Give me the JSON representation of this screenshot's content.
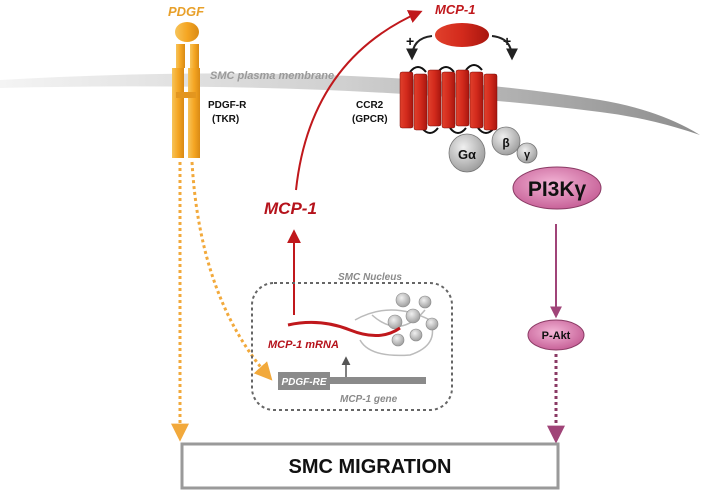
{
  "labels": {
    "pdgf": "PDGF",
    "membrane": "SMC plasma membrane",
    "pdgfr_line1": "PDGF-R",
    "pdgfr_line2": "(TKR)",
    "mcp1_top": "MCP-1",
    "ccr2_line1": "CCR2",
    "ccr2_line2": "(GPCR)",
    "plus_left": "+",
    "plus_right": "+",
    "galpha": "Gα",
    "beta": "β",
    "gamma": "γ",
    "pi3k": "PI3Kγ",
    "mcp1_mid": "MCP-1",
    "nucleus": "SMC Nucleus",
    "mcp1_mrna": "MCP-1 mRNA",
    "pdgf_re": "PDGF-RE",
    "mcp1_gene": "MCP-1 gene",
    "pakt": "P-Akt",
    "migration": "SMC MIGRATION"
  },
  "colors": {
    "orange": "#f2a93b",
    "orange_text": "#e8a02a",
    "red": "#c0181c",
    "dark_red_text": "#b5121b",
    "magenta": "#c0548e",
    "magenta_dark": "#8a3a64",
    "gray": "#9a9a9a"
  }
}
